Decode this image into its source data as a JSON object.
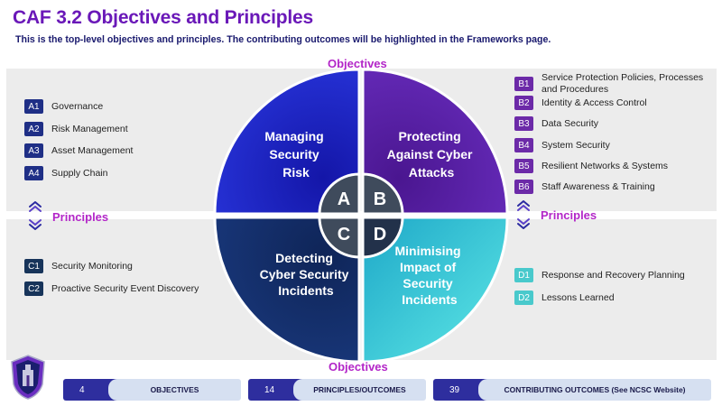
{
  "header": {
    "title": "CAF 3.2 Objectives and Principles",
    "subtitle": "This is the top-level objectives and principles. The contributing  outcomes will be highlighted in the Frameworks page."
  },
  "diagram": {
    "objectives_top": "Objectives",
    "objectives_bottom": "Objectives",
    "quadrants": [
      {
        "letter": "A",
        "lines": [
          "Managing",
          "Security",
          "Risk"
        ],
        "color": "#1d22c4"
      },
      {
        "letter": "B",
        "lines": [
          "Protecting",
          "Against Cyber",
          "Attacks"
        ],
        "color": "#5a1ea6"
      },
      {
        "letter": "C",
        "lines": [
          "Detecting",
          "Cyber Security",
          "Incidents"
        ],
        "color": "#132f6c"
      },
      {
        "letter": "D",
        "lines": [
          "Minimising",
          "Impact of",
          "Security",
          "Incidents"
        ],
        "color": "#3fd4dc"
      }
    ]
  },
  "principles_label_left": "Principles",
  "principles_label_right": "Principles",
  "principles": {
    "A": [
      {
        "code": "A1",
        "label": "Governance"
      },
      {
        "code": "A2",
        "label": "Risk Management"
      },
      {
        "code": "A3",
        "label": "Asset Management"
      },
      {
        "code": "A4",
        "label": "Supply Chain"
      }
    ],
    "B": [
      {
        "code": "B1",
        "label": "Service Protection Policies, Processes and Procedures"
      },
      {
        "code": "B2",
        "label": "Identity & Access Control"
      },
      {
        "code": "B3",
        "label": "Data Security"
      },
      {
        "code": "B4",
        "label": "System Security"
      },
      {
        "code": "B5",
        "label": "Resilient Networks & Systems"
      },
      {
        "code": "B6",
        "label": "Staff Awareness & Training"
      }
    ],
    "C": [
      {
        "code": "C1",
        "label": "Security Monitoring"
      },
      {
        "code": "C2",
        "label": "Proactive Security Event Discovery"
      }
    ],
    "D": [
      {
        "code": "D1",
        "label": "Response and Recovery Planning"
      },
      {
        "code": "D2",
        "label": "Lessons Learned"
      }
    ]
  },
  "stats": [
    {
      "value": "4",
      "label": "OBJECTIVES"
    },
    {
      "value": "14",
      "label": "PRINCIPLES/OUTCOMES"
    },
    {
      "value": "39",
      "label": "CONTRIBUTING OUTCOMES (See NCSC Website)"
    }
  ]
}
